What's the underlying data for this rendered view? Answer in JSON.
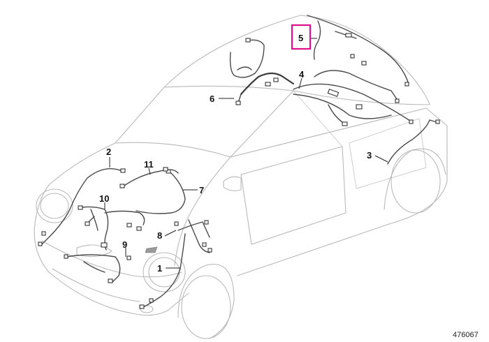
{
  "figure_number": "476067",
  "highlighted_callout": "5",
  "highlight_color": "#e0108a",
  "callouts": [
    {
      "id": "1",
      "label": "1"
    },
    {
      "id": "2",
      "label": "2"
    },
    {
      "id": "3",
      "label": "3"
    },
    {
      "id": "4",
      "label": "4"
    },
    {
      "id": "5",
      "label": "5"
    },
    {
      "id": "6",
      "label": "6"
    },
    {
      "id": "7",
      "label": "7"
    },
    {
      "id": "8",
      "label": "8"
    },
    {
      "id": "9",
      "label": "9"
    },
    {
      "id": "10",
      "label": "10"
    },
    {
      "id": "11",
      "label": "11"
    }
  ]
}
